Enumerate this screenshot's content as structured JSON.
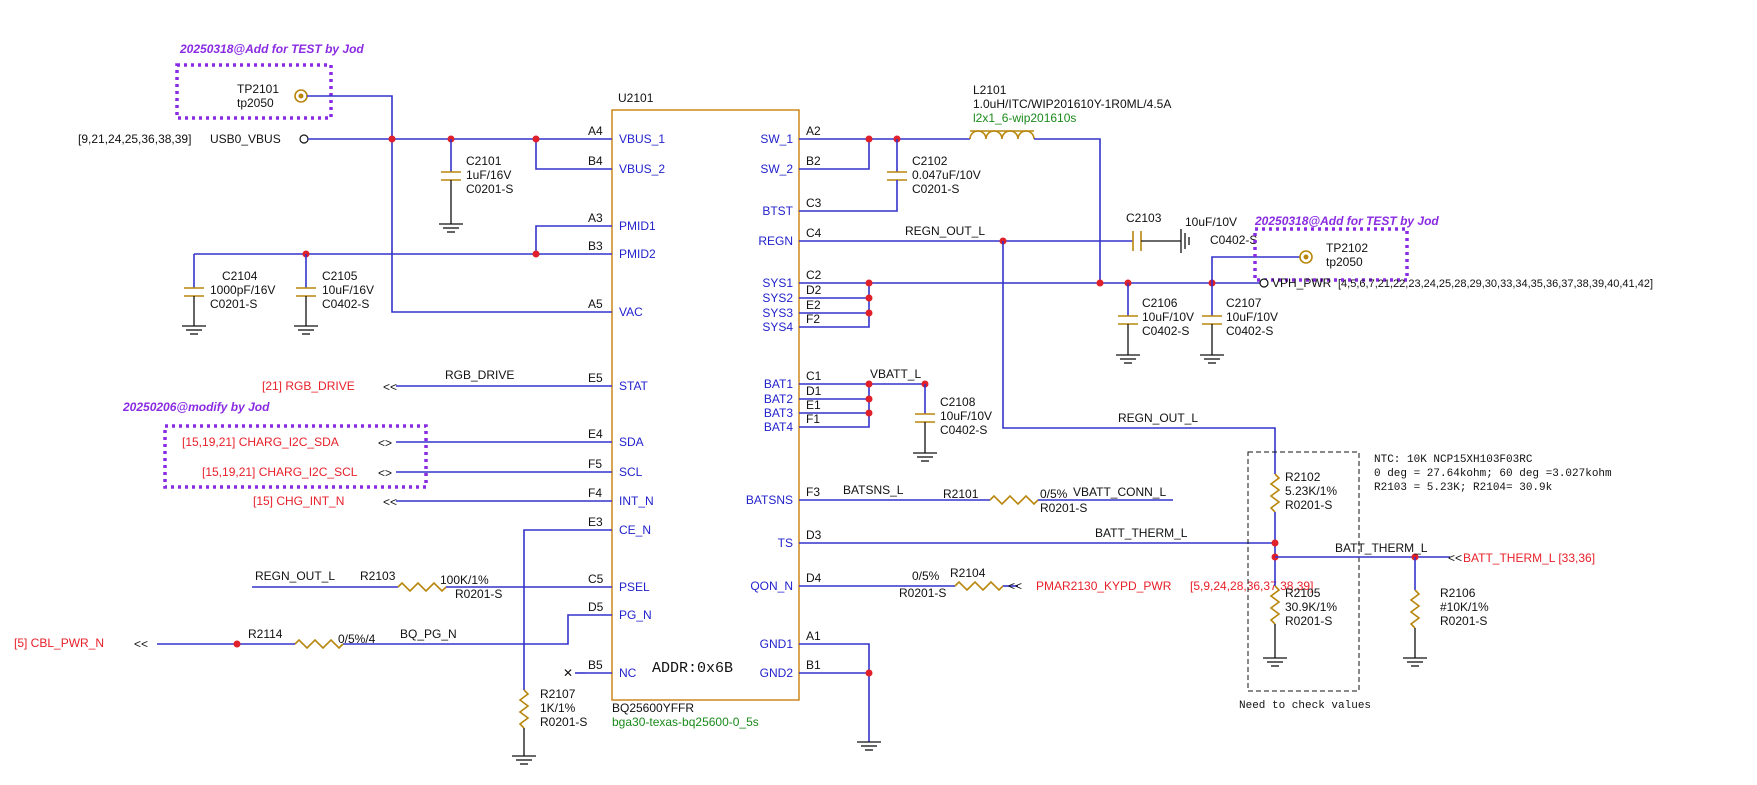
{
  "chip": {
    "ref": "U2101",
    "part": "BQ25600YFFR",
    "footprint": "bga30-texas-bq25600-0_5s",
    "addr": "ADDR:0x6B",
    "left_pins": [
      {
        "num": "A4",
        "name": "VBUS_1"
      },
      {
        "num": "B4",
        "name": "VBUS_2"
      },
      {
        "num": "A3",
        "name": "PMID1"
      },
      {
        "num": "B3",
        "name": "PMID2"
      },
      {
        "num": "A5",
        "name": "VAC"
      },
      {
        "num": "E5",
        "name": "STAT"
      },
      {
        "num": "E4",
        "name": "SDA"
      },
      {
        "num": "F5",
        "name": "SCL"
      },
      {
        "num": "F4",
        "name": "INT_N"
      },
      {
        "num": "E3",
        "name": "CE_N"
      },
      {
        "num": "C5",
        "name": "PSEL"
      },
      {
        "num": "D5",
        "name": "PG_N"
      },
      {
        "num": "B5",
        "name": "NC"
      }
    ],
    "right_pins": [
      {
        "num": "A2",
        "name": "SW_1"
      },
      {
        "num": "B2",
        "name": "SW_2"
      },
      {
        "num": "C3",
        "name": "BTST"
      },
      {
        "num": "C4",
        "name": "REGN"
      },
      {
        "num": "C2",
        "name": "SYS1"
      },
      {
        "num": "D2",
        "name": "SYS2"
      },
      {
        "num": "E2",
        "name": "SYS3"
      },
      {
        "num": "F2",
        "name": "SYS4"
      },
      {
        "num": "C1",
        "name": "BAT1"
      },
      {
        "num": "D1",
        "name": "BAT2"
      },
      {
        "num": "E1",
        "name": "BAT3"
      },
      {
        "num": "F1",
        "name": "BAT4"
      },
      {
        "num": "F3",
        "name": "BATSNS"
      },
      {
        "num": "D3",
        "name": "TS"
      },
      {
        "num": "D4",
        "name": "QON_N"
      },
      {
        "num": "A1",
        "name": "GND1"
      },
      {
        "num": "B1",
        "name": "GND2"
      }
    ]
  },
  "annotations": {
    "test1": "20250318@Add for TEST by Jod",
    "test2": "20250318@Add for TEST by Jod",
    "modify": "20250206@modify by Jod",
    "need_check": "Need to check values",
    "ntc1": "NTC: 10K NCP15XH103F03RC",
    "ntc2": "0 deg = 27.64kohm; 60 deg =3.027kohm",
    "ntc3": "R2103 = 5.23K; R2104= 30.9k"
  },
  "testpoints": {
    "tp1": {
      "ref": "TP2101",
      "val": "tp2050"
    },
    "tp2": {
      "ref": "TP2102",
      "val": "tp2050"
    }
  },
  "inductor": {
    "ref": "L2101",
    "val": "1.0uH/ITC/WIP201610Y-1R0ML/4.5A",
    "fp": "l2x1_6-wip201610s"
  },
  "caps": {
    "C2101": {
      "ref": "C2101",
      "val": "1uF/16V",
      "fp": "C0201-S"
    },
    "C2102": {
      "ref": "C2102",
      "val": "0.047uF/10V",
      "fp": "C0201-S"
    },
    "C2103": {
      "ref": "C2103",
      "val": "10uF/10V",
      "fp": "C0402-S"
    },
    "C2104": {
      "ref": "C2104",
      "val": "1000pF/16V",
      "fp": "C0201-S"
    },
    "C2105": {
      "ref": "C2105",
      "val": "10uF/16V",
      "fp": "C0402-S"
    },
    "C2106": {
      "ref": "C2106",
      "val": "10uF/10V",
      "fp": "C0402-S"
    },
    "C2107": {
      "ref": "C2107",
      "val": "10uF/10V",
      "fp": "C0402-S"
    },
    "C2108": {
      "ref": "C2108",
      "val": "10uF/10V",
      "fp": "C0402-S"
    }
  },
  "resistors": {
    "R2101": {
      "ref": "R2101",
      "val": "0/5%",
      "fp": "R0201-S"
    },
    "R2102": {
      "ref": "R2102",
      "val": "5.23K/1%",
      "fp": "R0201-S"
    },
    "R2103": {
      "ref": "R2103",
      "val": "100K/1%",
      "fp": "R0201-S"
    },
    "R2104": {
      "ref": "R2104",
      "val": "0/5%",
      "fp": "R0201-S"
    },
    "R2105": {
      "ref": "R2105",
      "val": "30.9K/1%",
      "fp": "R0201-S"
    },
    "R2106": {
      "ref": "R2106",
      "val": "#10K/1%",
      "fp": "R0201-S"
    },
    "R2107": {
      "ref": "R2107",
      "val": "1K/1%",
      "fp": "R0201-S"
    },
    "R2114": {
      "ref": "R2114",
      "val": "0/5%/4"
    }
  },
  "nets": {
    "usb_pages": "[9,21,24,25,36,38,39]",
    "usb": "USB0_VBUS",
    "regn1": "REGN_OUT_L",
    "regn2": "REGN_OUT_L",
    "regn3": "REGN_OUT_L",
    "vph": "VPH_PWR",
    "vph_pages": "[4,5,6,7,21,22,23,24,25,28,29,30,33,34,35,36,37,38,39,40,41,42]",
    "vbatt": "VBATT_L",
    "batsns": "BATSNS_L",
    "vbatt_conn": "VBATT_CONN_L",
    "therm1": "BATT_THERM_L",
    "therm2": "BATT_THERM_L",
    "therm_off": "BATT_THERM_L [33,36]",
    "rgb": "RGB_DRIVE",
    "rgb_off": "[21]  RGB_DRIVE",
    "sda_off": "[15,19,21]  CHARG_I2C_SDA",
    "scl_off": "[15,19,21]  CHARG_I2C_SCL",
    "int_off": "[15]  CHG_INT_N",
    "pmar": "PMAR2130_KYPD_PWR",
    "pmar_pages": "[5,9,24,28,36,37,38,39]",
    "bqpg": "BQ_PG_N",
    "cbl": "[5]  CBL_PWR_N"
  }
}
